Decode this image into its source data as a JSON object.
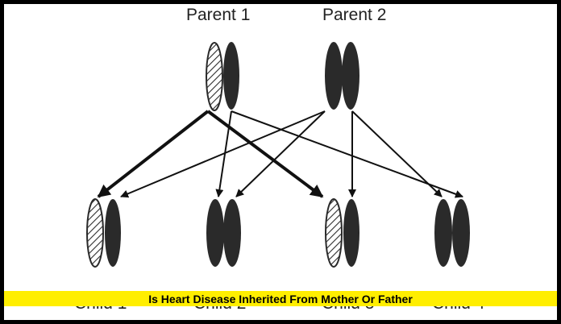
{
  "parents": {
    "p1_label": "Parent 1",
    "p2_label": "Parent 2"
  },
  "children": {
    "c1_label": "Child 1",
    "c2_label": "Child 2",
    "c3_label": "Child 3",
    "c4_label": "Child 4"
  },
  "caption": "Is Heart Disease Inherited From Mother Or Father",
  "colors": {
    "chromosome_dark": "#2a2a2a",
    "banner": "#ffee00",
    "frame": "#000000"
  }
}
